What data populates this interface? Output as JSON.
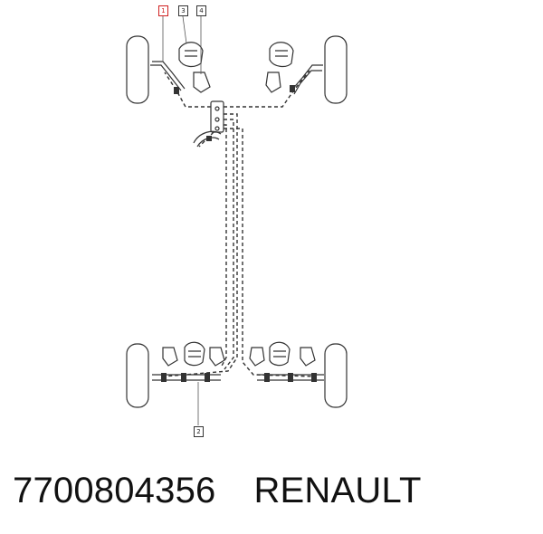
{
  "diagram": {
    "callouts": [
      {
        "id": "1",
        "highlighted": true
      },
      {
        "id": "3",
        "highlighted": false
      },
      {
        "id": "4",
        "highlighted": false
      },
      {
        "id": "2",
        "highlighted": false
      }
    ],
    "colors": {
      "line": "#333333",
      "highlight": "#d02020"
    }
  },
  "caption": {
    "part_number": "7700804356",
    "brand": "RENAULT"
  }
}
